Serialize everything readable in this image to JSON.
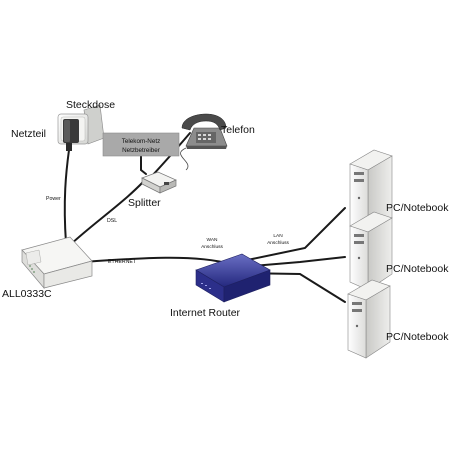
{
  "labels": {
    "steckdose": "Steckdose",
    "netzteil": "Netzteil",
    "telefon": "Telefon",
    "netz_box_line1": "Telekom-Netz",
    "netz_box_line2": "Netzbetreiber",
    "splitter": "Splitter",
    "power": "Power",
    "dsl": "DSL",
    "device": "ALL0333C",
    "ethernet": "ETHERNET",
    "wan_line1": "WAN",
    "wan_line2": "Anschluss",
    "lan_line1": "LAN",
    "lan_line2": "Anschluss",
    "router": "Internet Router",
    "pc1": "PC/Notebook",
    "pc2": "PC/Notebook",
    "pc3": "PC/Notebook"
  },
  "colors": {
    "cable": "#1a1a1a",
    "router_blue": "#2a2d86",
    "device_white": "#f3f4f2",
    "netz_box": "#a9a9a9"
  },
  "icons": [
    "power-socket-icon",
    "power-adapter-icon",
    "telephone-icon",
    "splitter-icon",
    "modem-icon",
    "router-icon",
    "pc-tower-icon"
  ]
}
